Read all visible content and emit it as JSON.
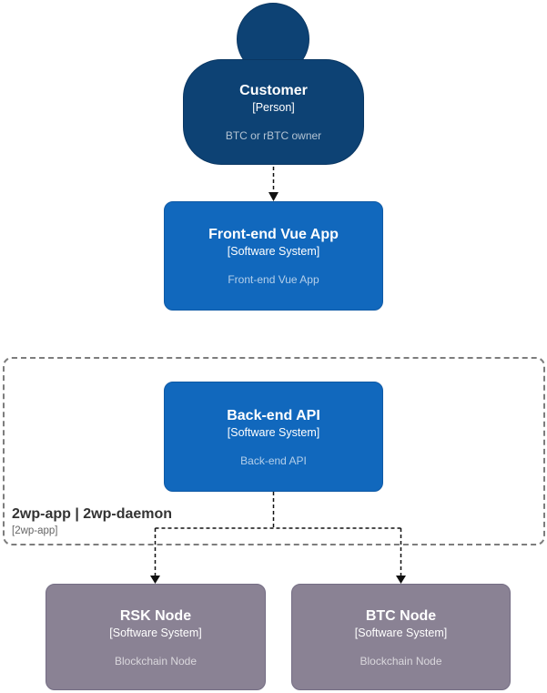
{
  "person": {
    "name": "Customer",
    "type": "[Person]",
    "description": "BTC or rBTC owner"
  },
  "frontend": {
    "name": "Front-end Vue App",
    "type": "[Software System]",
    "description": "Front-end Vue App"
  },
  "backend": {
    "name": "Back-end API",
    "type": "[Software System]",
    "description": "Back-end API"
  },
  "boundary": {
    "title": "2wp-app | 2wp-daemon",
    "subtitle": "[2wp-app]"
  },
  "rsk_node": {
    "name": "RSK Node",
    "type": "[Software System]",
    "description": "Blockchain Node"
  },
  "btc_node": {
    "name": "BTC Node",
    "type": "[Software System]",
    "description": "Blockchain Node"
  },
  "colors": {
    "person_fill": "#0d4274",
    "person_border": "#0a3763",
    "system_fill": "#1168bd",
    "system_border": "#0f5aa6",
    "node_fill": "#8a8294",
    "node_border": "#746d84",
    "boundary_border": "#7d7d7d",
    "boundary_title_text": "#333333",
    "boundary_subtitle_text": "#666666",
    "connector": "#111111",
    "background": "#ffffff"
  }
}
